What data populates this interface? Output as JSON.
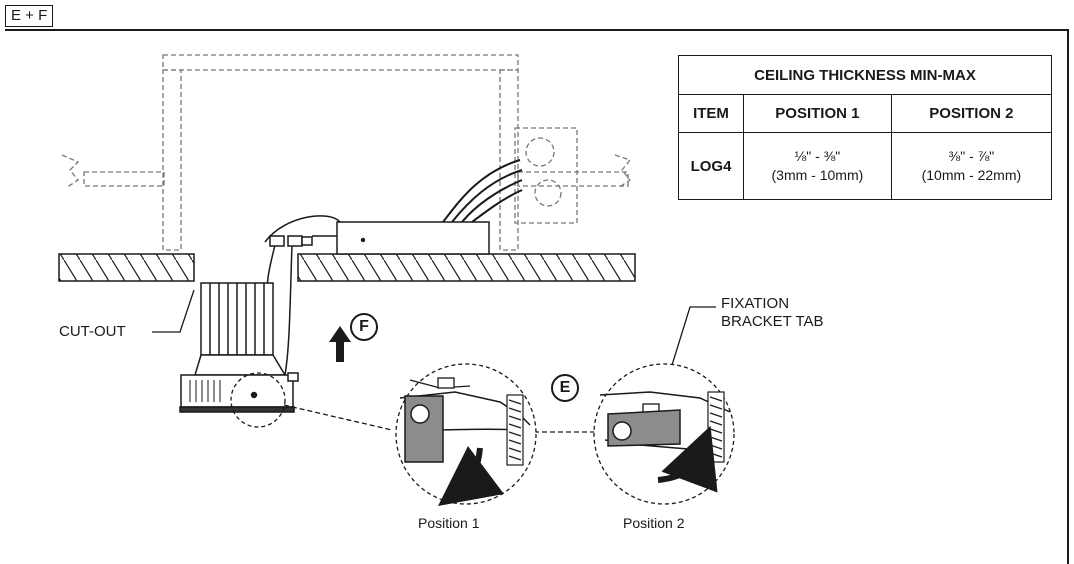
{
  "figure_tag": "E + F",
  "labels": {
    "fixation": [
      "FIXATION",
      "BRACKET TAB"
    ],
    "cut_out": "CUT-OUT",
    "position_1": "Position 1",
    "position_2": "Position 2",
    "callout_f": "F",
    "callout_e": "E"
  },
  "table": {
    "title": "CEILING THICKNESS MIN-MAX",
    "columns": [
      "ITEM",
      "POSITION 1",
      "POSITION 2"
    ],
    "rows": [
      {
        "item": "LOG4",
        "position_1": [
          "⅛\" - ⅜\"",
          "(3mm - 10mm)"
        ],
        "position_2": [
          "⅜\" - ⅞\"",
          "(10mm - 22mm)"
        ]
      }
    ]
  }
}
